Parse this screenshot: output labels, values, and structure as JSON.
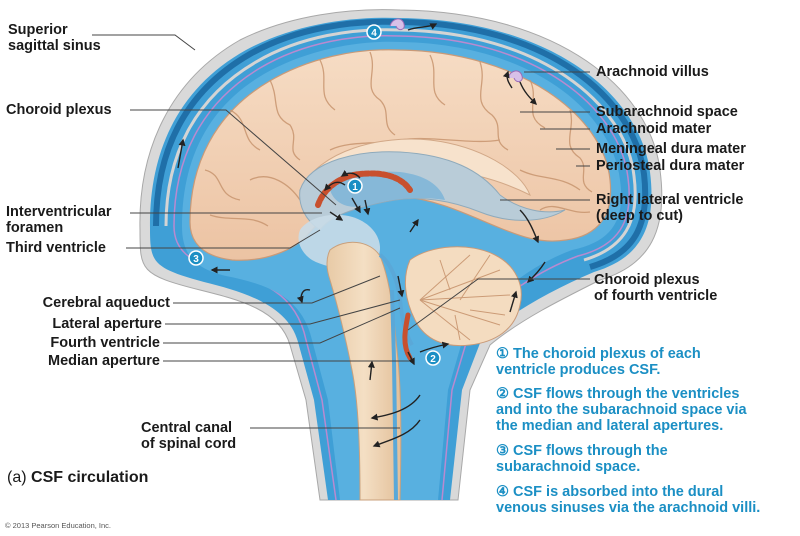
{
  "figure": {
    "caption_letter": "(a)",
    "caption_title": "CSF circulation",
    "copyright": "© 2013 Pearson Education, Inc.",
    "colors": {
      "brain": "#f2d2b6",
      "brain_shadow": "#d9a988",
      "csf_blue": "#3f9fd6",
      "dark_blue": "#1f6fa8",
      "dura_gray": "#d9d9d9",
      "arachnoid_purple": "#b98ad0",
      "ventricle_gray": "#b9ccd8",
      "choroid_red": "#c8502e",
      "step_text": "#1b8fc4",
      "label_text": "#1a1a1a",
      "leader_line": "#444444"
    }
  },
  "labels_left": [
    {
      "id": "superior-sagittal-sinus",
      "lines": [
        "Superior",
        "sagittal sinus"
      ]
    },
    {
      "id": "choroid-plexus",
      "lines": [
        "Choroid plexus"
      ]
    },
    {
      "id": "interventricular-foramen",
      "lines": [
        "Interventricular",
        "foramen"
      ]
    },
    {
      "id": "third-ventricle",
      "lines": [
        "Third ventricle"
      ]
    },
    {
      "id": "cerebral-aqueduct",
      "lines": [
        "Cerebral aqueduct"
      ]
    },
    {
      "id": "lateral-aperture",
      "lines": [
        "Lateral aperture"
      ]
    },
    {
      "id": "fourth-ventricle",
      "lines": [
        "Fourth ventricle"
      ]
    },
    {
      "id": "median-aperture",
      "lines": [
        "Median aperture"
      ]
    },
    {
      "id": "central-canal",
      "lines": [
        "Central canal",
        "of spinal cord"
      ]
    }
  ],
  "labels_right": [
    {
      "id": "arachnoid-villus",
      "lines": [
        "Arachnoid villus"
      ]
    },
    {
      "id": "subarachnoid-space",
      "lines": [
        "Subarachnoid space"
      ]
    },
    {
      "id": "arachnoid-mater",
      "lines": [
        "Arachnoid mater"
      ]
    },
    {
      "id": "meningeal-dura-mater",
      "lines": [
        "Meningeal dura mater"
      ]
    },
    {
      "id": "periosteal-dura-mater",
      "lines": [
        "Periosteal dura mater"
      ]
    },
    {
      "id": "right-lateral-ventricle",
      "lines": [
        "Right lateral ventricle",
        "(deep to cut)"
      ]
    },
    {
      "id": "choroid-plexus-fourth",
      "lines": [
        "Choroid plexus",
        "of fourth ventricle"
      ]
    }
  ],
  "steps": [
    {
      "num": "①",
      "marker": "1",
      "lines": [
        "The choroid plexus of each",
        "ventricle produces CSF."
      ]
    },
    {
      "num": "②",
      "marker": "2",
      "lines": [
        "CSF flows through the ventricles",
        "and  into the subarachnoid space via",
        "the median and lateral apertures."
      ]
    },
    {
      "num": "③",
      "marker": "3",
      "lines": [
        "CSF flows through the",
        "subarachnoid space."
      ]
    },
    {
      "num": "④",
      "marker": "4",
      "lines": [
        "CSF is absorbed into the dural",
        "venous sinuses via the arachnoid villi."
      ]
    }
  ]
}
